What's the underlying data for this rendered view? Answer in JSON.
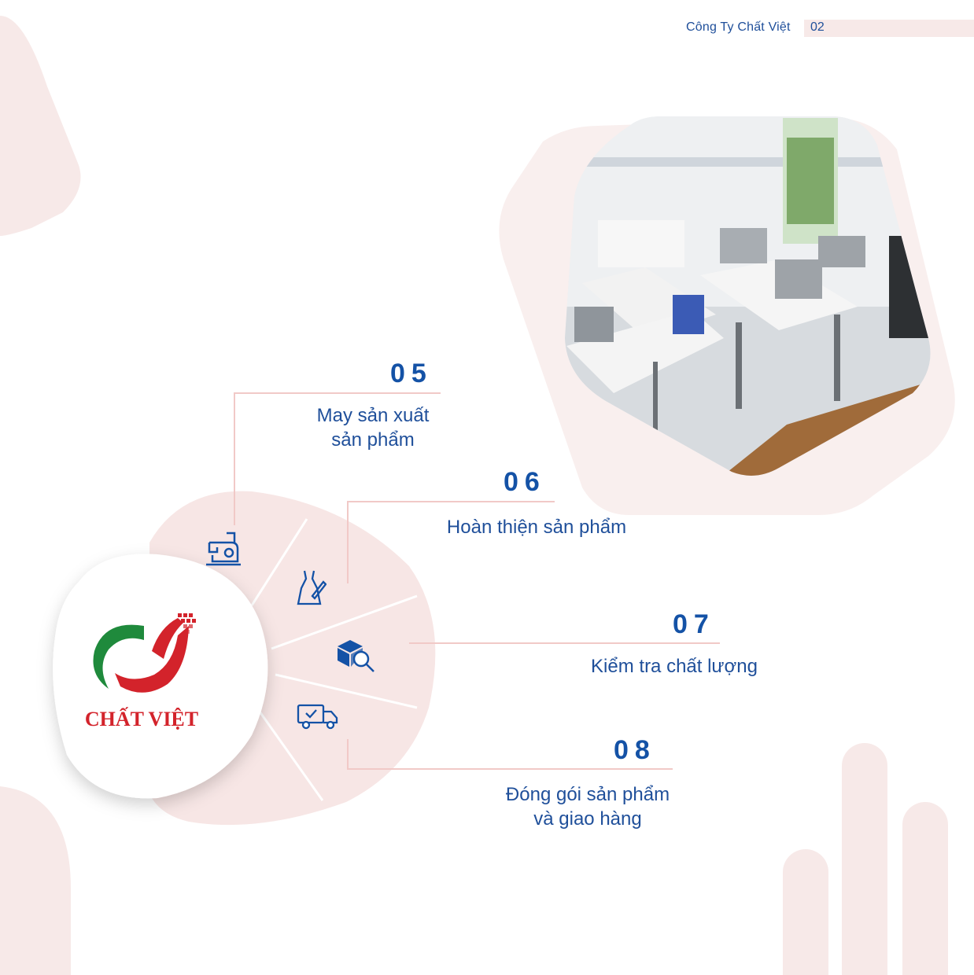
{
  "header": {
    "company": "Công Ty Chất Việt",
    "page_number": "02"
  },
  "brand": {
    "name": "CHẤT VIỆT",
    "colors": {
      "red": "#d3232b",
      "green": "#1f8a3c",
      "blue": "#1452a6"
    }
  },
  "photo": {
    "subject": "sewing-workshop-photo"
  },
  "steps": [
    {
      "number": "05",
      "lines": [
        "May sản xuất",
        "sản phẩm"
      ],
      "icon": "sewing-machine-icon"
    },
    {
      "number": "06",
      "lines": [
        "Hoàn thiện sản phẩm"
      ],
      "icon": "dress-pencil-icon"
    },
    {
      "number": "07",
      "lines": [
        "Kiểm tra chất lượng"
      ],
      "icon": "box-magnifier-icon"
    },
    {
      "number": "08",
      "lines": [
        "Đóng gói sản phẩm",
        "và giao hàng"
      ],
      "icon": "delivery-truck-icon"
    }
  ]
}
